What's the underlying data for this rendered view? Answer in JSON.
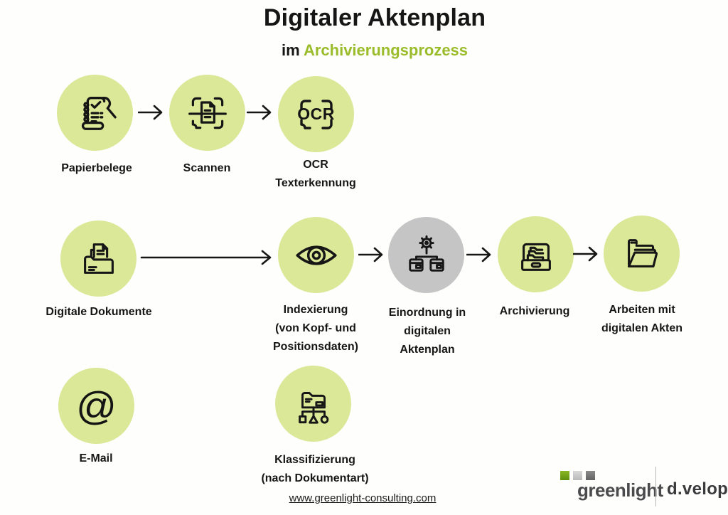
{
  "header": {
    "title": "Digitaler Aktenplan",
    "subtitle_prefix": "im ",
    "subtitle_highlight": "Archivierungsprozess"
  },
  "colors": {
    "node_green": "#dae897",
    "node_gray": "#c5c5c5",
    "accent_green": "#9bbc2a",
    "logo_green": "#6fa216",
    "line_black": "#161616"
  },
  "nodes": {
    "papierbelege": {
      "label": "Papierbelege",
      "icon": "receipt-hand-icon",
      "color": "green"
    },
    "scannen": {
      "label": "Scannen",
      "icon": "scan-document-icon",
      "color": "green"
    },
    "ocr": {
      "label": "OCR\nTexterkennung",
      "icon": "ocr-brackets-icon",
      "icon_text": "OCR",
      "color": "green"
    },
    "digitale_dokumente": {
      "label": "Digitale Dokumente",
      "icon": "folder-documents-icon",
      "color": "green"
    },
    "indexierung": {
      "label": "Indexierung\n(von Kopf- und\nPositionsdaten)",
      "icon": "eye-icon",
      "color": "green"
    },
    "einordnung": {
      "label": "Einordnung in\ndigitalen\nAktenplan",
      "icon": "gear-boxes-icon",
      "color": "gray"
    },
    "archivierung": {
      "label": "Archivierung",
      "icon": "archive-drawer-icon",
      "color": "green"
    },
    "arbeiten": {
      "label": "Arbeiten mit\ndigitalen Akten",
      "icon": "open-folder-icon",
      "color": "green"
    },
    "email": {
      "label": "E-Mail",
      "icon": "at-sign-icon",
      "icon_text": "@",
      "color": "green"
    },
    "klassifizierung": {
      "label": "Klassifizierung\n(nach Dokumentart)",
      "icon": "folder-tree-icon",
      "color": "green"
    }
  },
  "footer": {
    "website": "www.greenlight-consulting.com",
    "greenlight_logo_text": "greenlight",
    "dvelop_logo_text": "d.velop"
  }
}
